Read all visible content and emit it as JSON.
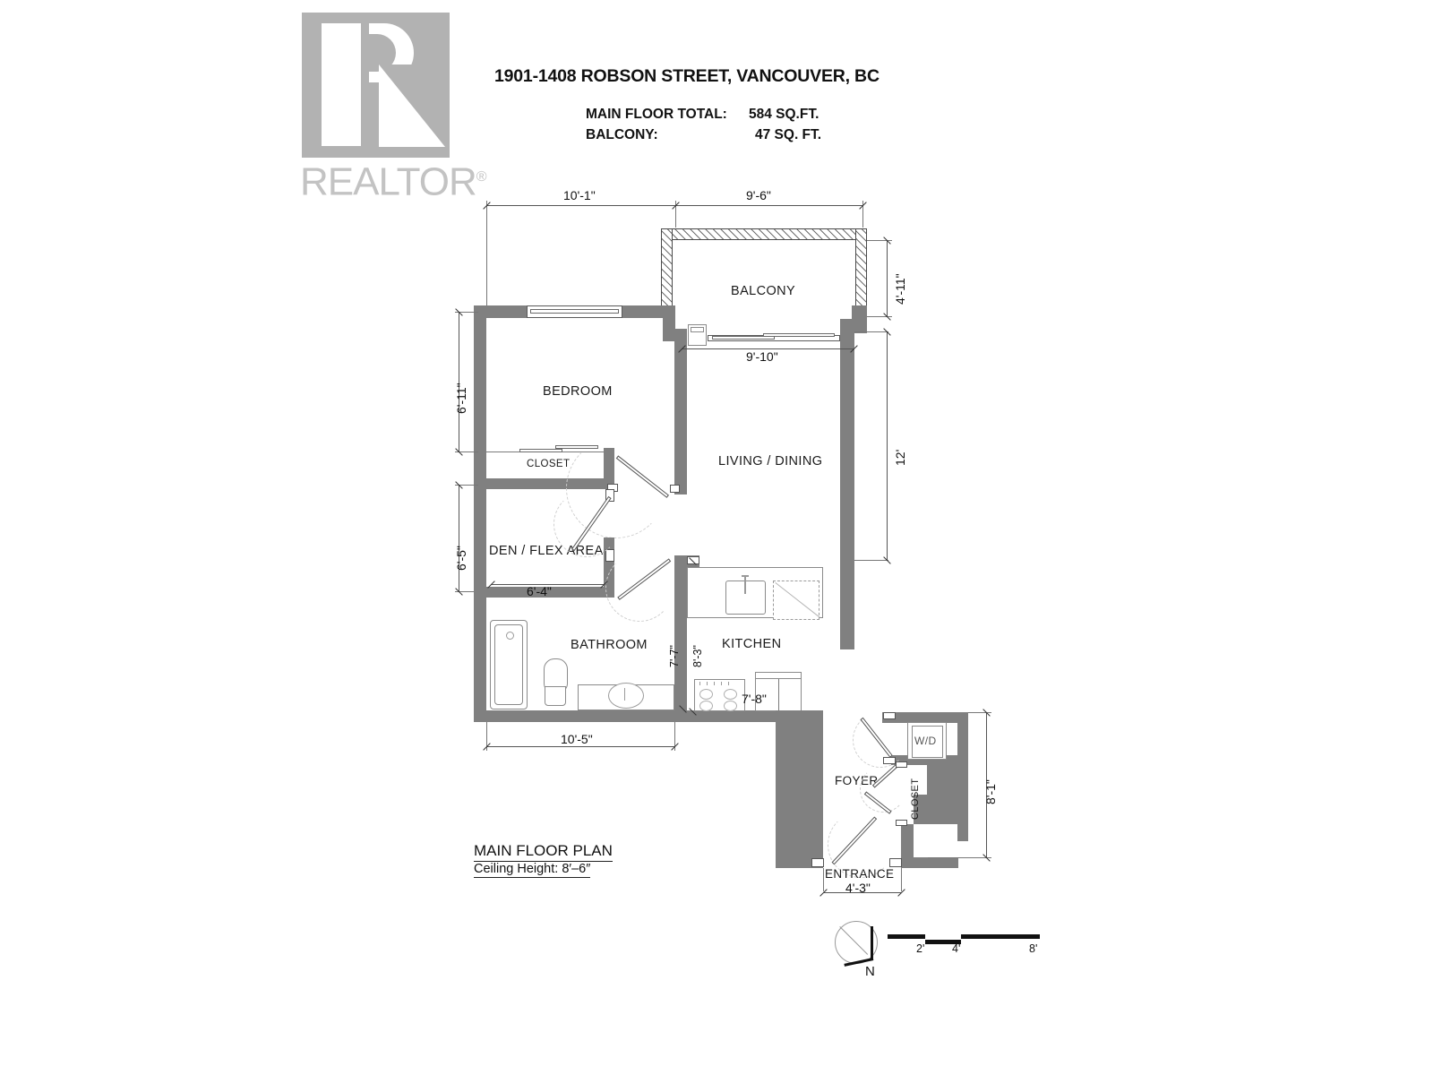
{
  "header": {
    "logo_text": "REALTOR",
    "logo_sup": "®",
    "title": "1901-1408 ROBSON STREET, VANCOUVER, BC",
    "summary": [
      {
        "label": "MAIN FLOOR TOTAL:",
        "value": "584 SQ.FT."
      },
      {
        "label": "BALCONY:",
        "value": "47 SQ. FT."
      }
    ]
  },
  "footer": {
    "plan_title": "MAIN FLOOR PLAN",
    "ceiling": "Ceiling Height: 8′–6″"
  },
  "compass": {
    "north_label": "N"
  },
  "scale": {
    "ticks": [
      "2'",
      "4'",
      "8'"
    ]
  },
  "rooms": [
    {
      "name": "BALCONY"
    },
    {
      "name": "BEDROOM"
    },
    {
      "name": "CLOSET"
    },
    {
      "name": "LIVING / DINING"
    },
    {
      "name": "DEN / FLEX AREA"
    },
    {
      "name": "BATHROOM"
    },
    {
      "name": "KITCHEN"
    },
    {
      "name": "FOYER"
    },
    {
      "name": "CLOSET"
    },
    {
      "name": "W/D"
    },
    {
      "name": "ENTRANCE"
    }
  ],
  "labels": {
    "balcony": "BALCONY",
    "bedroom": "BEDROOM",
    "bedroom_closet": "CLOSET",
    "living_dining": "LIVING / DINING",
    "den": "DEN / FLEX AREA",
    "bathroom": "BATHROOM",
    "kitchen": "KITCHEN",
    "foyer": "FOYER",
    "foyer_closet": "CLOSET",
    "washer_dryer": "W/D",
    "entrance": "ENTRANCE"
  },
  "dimensions": {
    "top_left": "10'-1\"",
    "top_right": "9'-6\"",
    "balcony_right": "4'-11\"",
    "living_width": "9'-10\"",
    "right_main": "12'",
    "left_upper": "6'-11\"",
    "left_lower": "6'-5\"",
    "den_width": "6'-4\"",
    "bath_right": "7'-7\"",
    "kitchen_left": "8'-3\"",
    "kitchen_bottom": "7'-8\"",
    "bottom_left": "10'-5\"",
    "foyer_right": "8'-1\"",
    "entrance_width": "4'-3\""
  },
  "colors": {
    "wall": "#808080",
    "logo": "#b2b2b2",
    "wordmark": "#c3c3c3",
    "text": "#111111",
    "dimension_line": "#555555"
  }
}
